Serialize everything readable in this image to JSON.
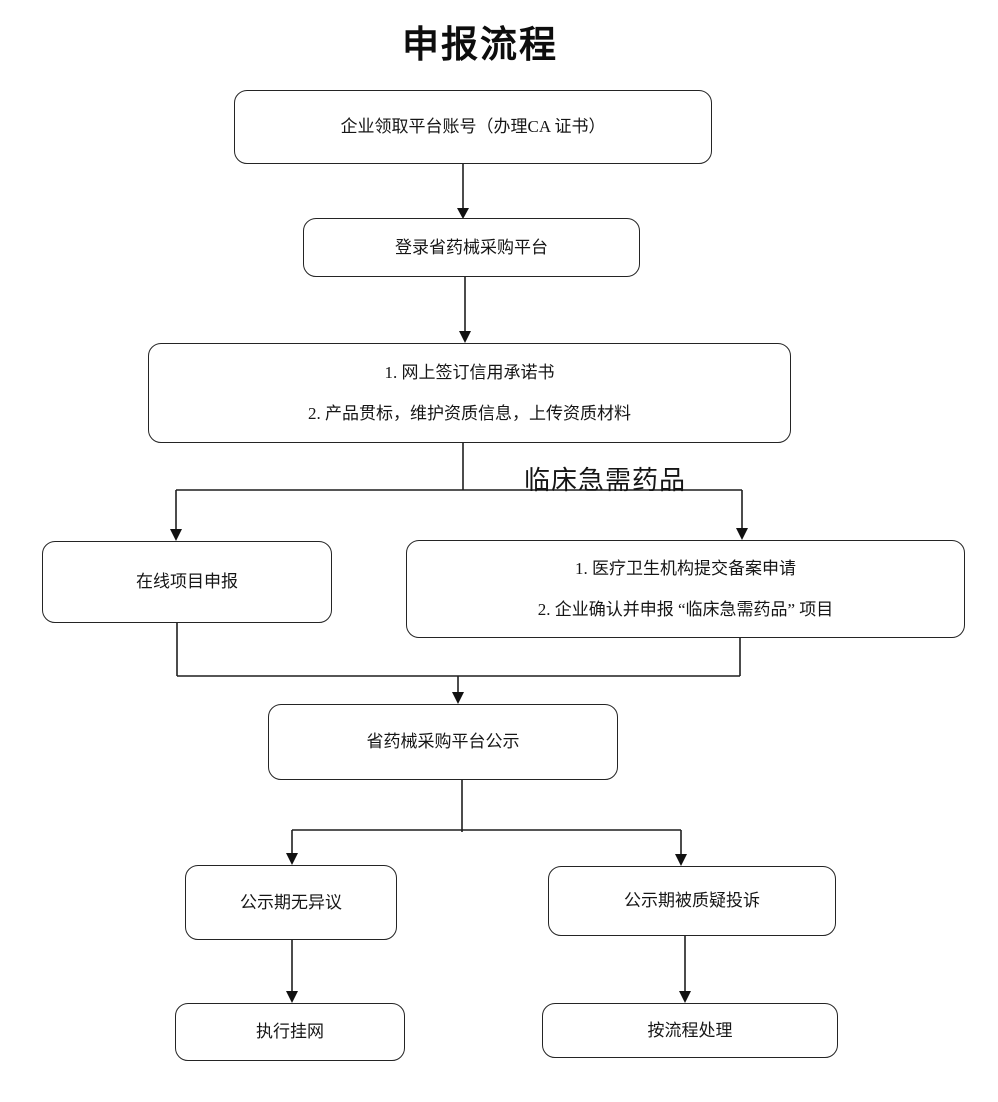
{
  "page": {
    "background": "#ffffff",
    "ink": "#1f1f1f"
  },
  "title": "申报流程",
  "flowchart": {
    "edge_label": "临床急需药品",
    "nodes": {
      "account": {
        "line1": "企业领取平台账号（办理CA 证书）"
      },
      "login": {
        "line1": "登录省药械采购平台"
      },
      "credit": {
        "line1": "1. 网上签订信用承诺书",
        "line2": "2. 产品贯标，维护资质信息，上传资质材料"
      },
      "online": {
        "line1": "在线项目申报"
      },
      "record": {
        "line1": "1. 医疗卫生机构提交备案申请",
        "line2": "2. 企业确认并申报 “临床急需药品” 项目"
      },
      "publicity": {
        "line1": "省药械采购平台公示"
      },
      "no_objection": {
        "line1": "公示期无异议"
      },
      "complaint": {
        "line1": "公示期被质疑投诉"
      },
      "execute": {
        "line1": "执行挂网"
      },
      "process": {
        "line1": "按流程处理"
      }
    }
  }
}
